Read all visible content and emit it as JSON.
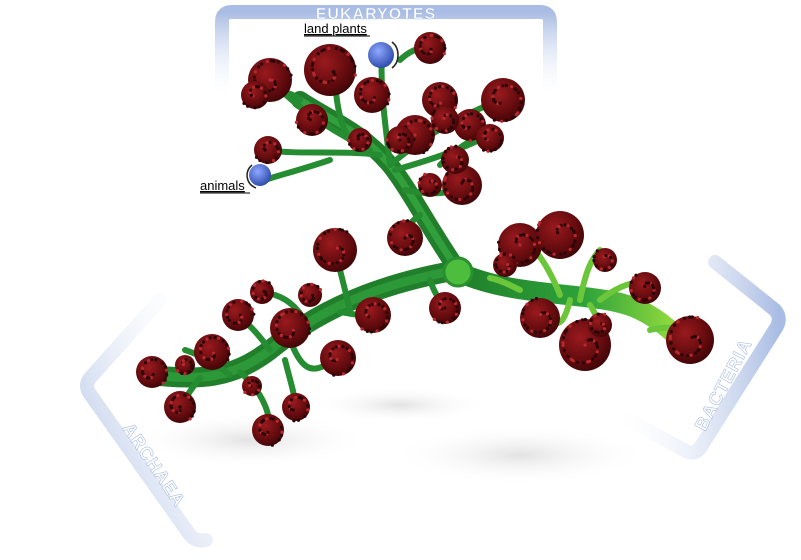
{
  "domains": {
    "eukaryotes": "EUKARYOTES",
    "bacteria": "BACTERIA",
    "archaea": "ARCHAEA"
  },
  "labels": {
    "land_plants": "land plants",
    "animals": "animals"
  },
  "colors": {
    "frame": "#a9bce3",
    "trunk_dark": "#1f8a2c",
    "trunk_light": "#9be03a",
    "cluster": "#6b0d10",
    "highlight": "#4a6bd0"
  }
}
